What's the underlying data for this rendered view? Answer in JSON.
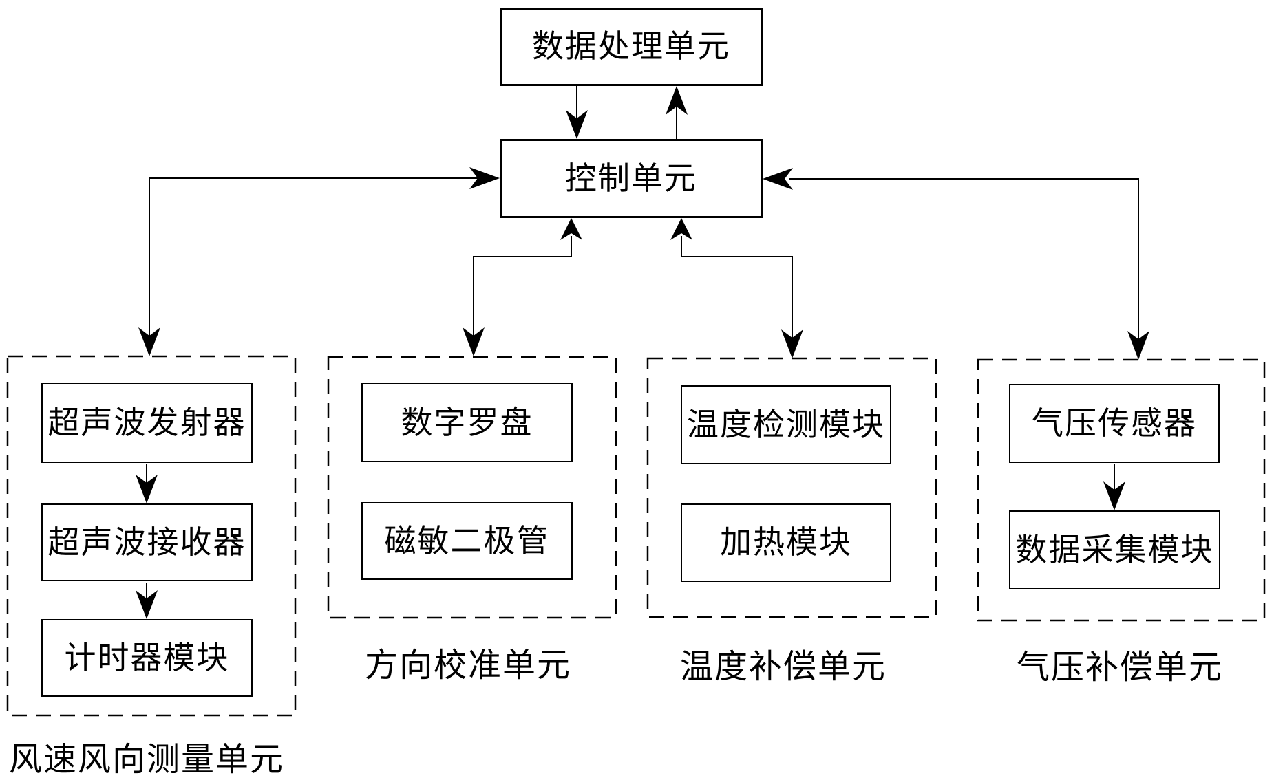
{
  "diagram": {
    "top_box": {
      "label": "数据处理单元"
    },
    "control_box": {
      "label": "控制单元"
    },
    "groups": [
      {
        "label": "风速风向测量单元",
        "boxes": [
          "超声波发射器",
          "超声波接收器",
          "计时器模块"
        ]
      },
      {
        "label": "方向校准单元",
        "boxes": [
          "数字罗盘",
          "磁敏二极管"
        ]
      },
      {
        "label": "温度补偿单元",
        "boxes": [
          "温度检测模块",
          "加热模块"
        ]
      },
      {
        "label": "气压补偿单元",
        "boxes": [
          "气压传感器",
          "数据采集模块"
        ]
      }
    ],
    "colors": {
      "line": "#000000",
      "background": "#ffffff",
      "text": "#000000"
    }
  }
}
